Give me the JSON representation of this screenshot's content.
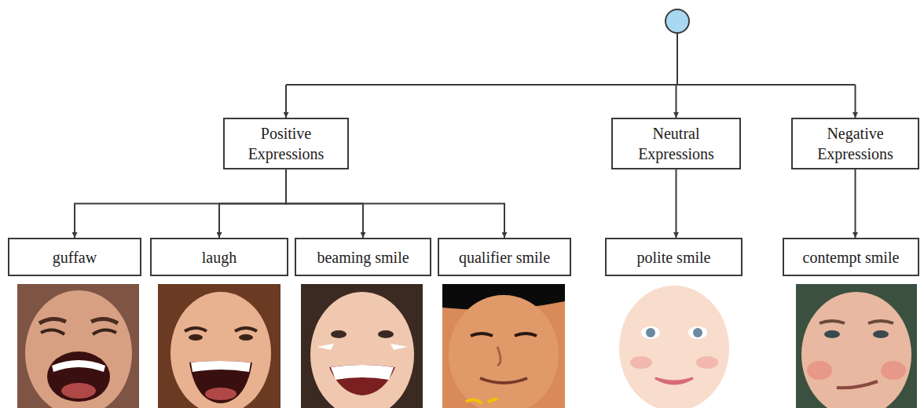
{
  "diagram": {
    "nodes": [
      {
        "text": [
          "Positive Expressions"
        ]
      },
      {
        "text": [
          "Neutral Expressions"
        ]
      },
      {
        "text": [
          "Negative Expressions"
        ]
      },
      {
        "text": [
          "guffaw"
        ]
      },
      {
        "text": [
          "laugh"
        ]
      },
      {
        "text": [
          "beaming smile"
        ]
      },
      {
        "text": [
          "qualifier smile"
        ]
      },
      {
        "text": [
          "polite smile"
        ]
      },
      {
        "text": [
          "contempt smile"
        ]
      }
    ],
    "edges": [
      {
        "from": 0,
        "to": 3,
        "arrow": "to"
      },
      {
        "from": 0,
        "to": 4,
        "arrow": "to"
      },
      {
        "from": 0,
        "to": 5,
        "arrow": "to"
      },
      {
        "from": 0,
        "to": 6,
        "arrow": "to"
      },
      {
        "from": 1,
        "to": 7,
        "arrow": "to"
      },
      {
        "from": 2,
        "to": 8,
        "arrow": "to"
      }
    ]
  }
}
